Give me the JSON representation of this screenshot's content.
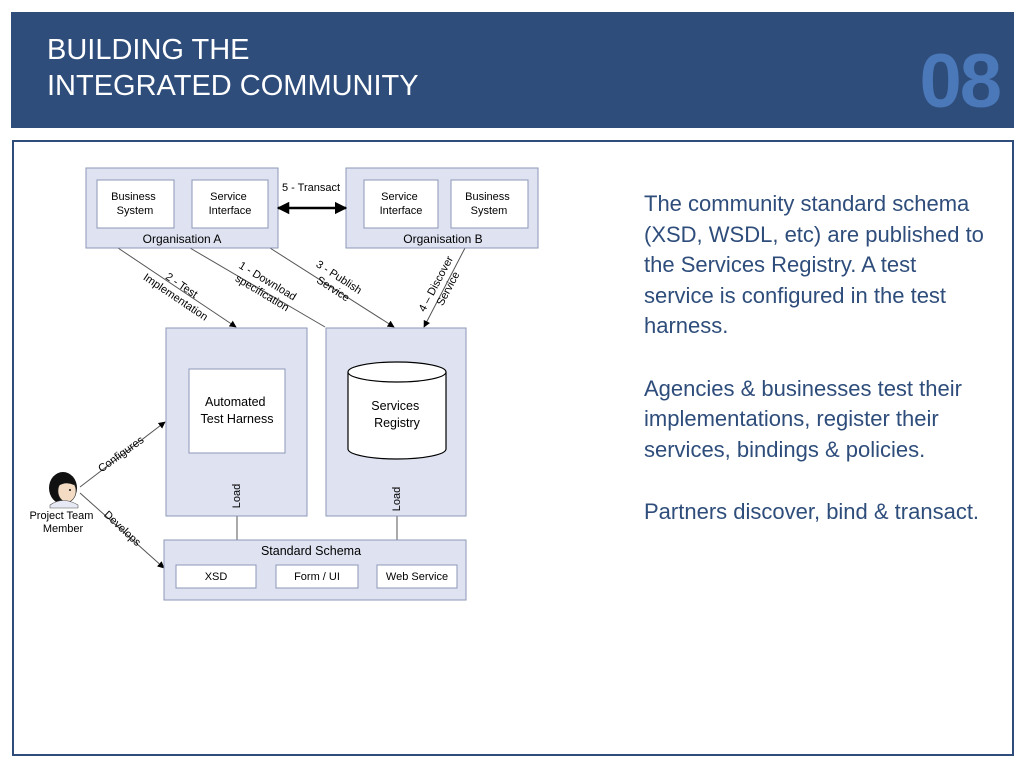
{
  "slide": {
    "title_line1": "BUILDING THE",
    "title_line2": "INTEGRATED COMMUNITY",
    "number": "08"
  },
  "diagram": {
    "org_a": {
      "label": "Organisation A",
      "business_system_line1": "Business",
      "business_system_line2": "System",
      "service_interface_line1": "Service",
      "service_interface_line2": "Interface"
    },
    "org_b": {
      "label": "Organisation B",
      "service_interface_line1": "Service",
      "service_interface_line2": "Interface",
      "business_system_line1": "Business",
      "business_system_line2": "System"
    },
    "transact_label": "5 - Transact",
    "arrows": {
      "test_impl_line1": "2 - Test",
      "test_impl_line2": "Implementation",
      "download_line1": "1 - Download",
      "download_line2": "specification",
      "publish_line1": "3 - Publish",
      "publish_line2": "Service",
      "discover_line1": "4 – Discover",
      "discover_line2": "Service",
      "configures": "Configures",
      "develops": "Develops",
      "load_left": "Load",
      "load_right": "Load"
    },
    "test_harness_line1": "Automated",
    "test_harness_line2": "Test Harness",
    "registry_line1": "Services",
    "registry_line2": "Registry",
    "schema": {
      "label": "Standard Schema",
      "items": [
        "XSD",
        "Form / UI",
        "Web Service"
      ]
    },
    "person_line1": "Project Team",
    "person_line2": "Member"
  },
  "body_text": [
    "The community standard schema (XSD, WSDL, etc) are published to the Services Registry.  A test service is configured in the test harness.",
    "Agencies & businesses test their implementations, register their services, bindings & policies.",
    "Partners discover, bind & transact."
  ],
  "colors": {
    "header_bg": "#2e4d7b",
    "slide_number": "#4a78b8",
    "body_text": "#2e4d7b",
    "diagram_panel_fill": "#dfe3f1",
    "diagram_panel_stroke": "#8c97b8"
  }
}
